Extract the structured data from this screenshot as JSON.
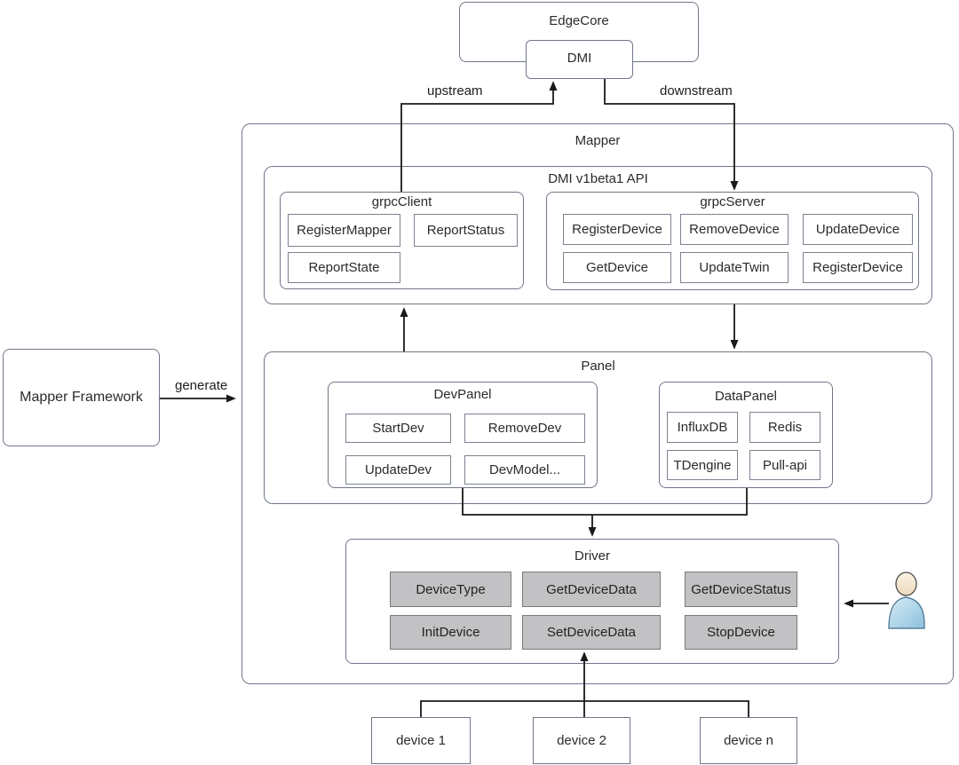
{
  "edgecore": {
    "label": "EdgeCore"
  },
  "dmi": {
    "label": "DMI"
  },
  "edge_labels": {
    "upstream": "upstream",
    "downstream": "downstream",
    "generate": "generate"
  },
  "mapper": {
    "title": "Mapper"
  },
  "dmi_api": {
    "title": "DMI v1beta1 API",
    "grpc_client": {
      "title": "grpcClient",
      "methods": [
        "RegisterMapper",
        "ReportStatus",
        "ReportState"
      ]
    },
    "grpc_server": {
      "title": "grpcServer",
      "methods": [
        "RegisterDevice",
        "RemoveDevice",
        "UpdateDevice",
        "GetDevice",
        "UpdateTwin",
        "RegisterDevice"
      ]
    }
  },
  "panel": {
    "title": "Panel",
    "dev_panel": {
      "title": "DevPanel",
      "methods": [
        "StartDev",
        "RemoveDev",
        "UpdateDev",
        "DevModel..."
      ]
    },
    "data_panel": {
      "title": "DataPanel",
      "methods": [
        "InfluxDB",
        "Redis",
        "TDengine",
        "Pull-api"
      ]
    }
  },
  "driver": {
    "title": "Driver",
    "methods": [
      "DeviceType",
      "GetDeviceData",
      "GetDeviceStatus",
      "InitDevice",
      "SetDeviceData",
      "StopDevice"
    ]
  },
  "mapper_framework": {
    "label": "Mapper Framework"
  },
  "devices": [
    "device 1",
    "device 2",
    "device n"
  ],
  "icons": {
    "user": "user-icon"
  },
  "colors": {
    "box_border": "#6e7787",
    "button_border": "#7c8290",
    "gray_button_bg": "#c2c2c4",
    "line": "#1a1a1a",
    "user_head": "#f5e8d3",
    "user_body": "#a9cfe5"
  }
}
